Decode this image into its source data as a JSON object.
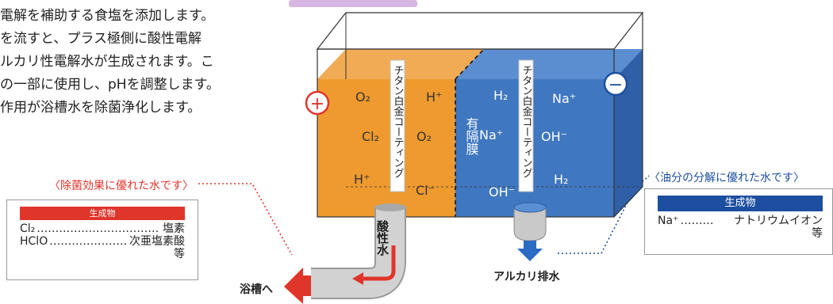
{
  "intro_lines": [
    "電解を補助する食塩を添加します。",
    "を流すと、プラス極側に酸性電解",
    "ルカリ性電解水が生成されます。こ",
    "の一部に使用し、pHを調整します。",
    "作用が浴槽水を除菌浄化します。"
  ],
  "left_panel": {
    "title": "〈除菌効果に優れた水です〉",
    "header": "生成物",
    "rows": [
      {
        "formula": "Cl₂",
        "dots": "……………………………",
        "name": "塩素"
      },
      {
        "formula": "HClO",
        "dots": "…………………",
        "name": "次亜塩素酸"
      }
    ],
    "etc": "等"
  },
  "right_panel": {
    "title": "〈油分の分解に優れた水です〉",
    "header": "生成物",
    "rows": [
      {
        "formula": "Na⁺",
        "dots": "………",
        "name": "ナトリウムイオン"
      }
    ],
    "etc": "等"
  },
  "tank": {
    "plus_symbol": "+",
    "minus_symbol": "−",
    "left_electrode": "チタン白金コーティング",
    "right_electrode": "チタン白金コーティング",
    "membrane": "有隔膜",
    "acid_side": [
      "O₂",
      "H⁺",
      "Cl₂",
      "O₂",
      "H⁺",
      "Cl⁻"
    ],
    "alkali_side": [
      "H₂",
      "Na⁺",
      "Na⁺",
      "OH⁻",
      "H₂",
      "OH⁻"
    ],
    "acid_pipe_label": "酸性水",
    "to_bath": "浴槽へ",
    "alkali_drain": "アルカリ排水"
  },
  "colors": {
    "acid": "#ef9a2e",
    "alkali": "#3f77c0",
    "red_accent": "#e0352b",
    "blue_accent": "#1d4fa0",
    "pipe": "#c8c8c8"
  }
}
